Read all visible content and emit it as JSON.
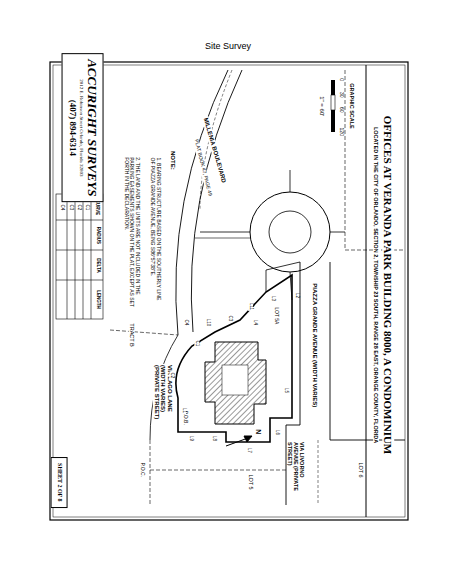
{
  "diagram": {
    "title": "Site Survey",
    "nodes": [
      {
        "text": [
          "ACCURIGHT SURVEYS",
          "2012 E. Robinson Street Orlando, Florida 32803",
          "(407) 894-6314"
        ]
      },
      {
        "text": [
          "SHEET 2 OF 8"
        ]
      }
    ],
    "labels": [
      "OFFICES AT VERANDA PARK BUILDING 8000, A CONDOMINIUM",
      "LOCATED IN THE CITY OF ORLANDO, SECTION 2, TOWNSHIP 23 SOUTH, RANGE 28 EAST, ORANGE COUNTY, FLORIDA",
      "GRAPHIC SCALE",
      "0",
      "30",
      "60",
      "120",
      "1\" = 60'",
      "MILLENIA BOULEVARD",
      "PLAT BOOK 47, PAGE 49",
      "PIAZZA GRANDE AVENUE (WIDTH VARIES)",
      "VIA LIVORNO AVENUE (PRIVATE STREET)",
      "VIA LAGO LANE (WIDTH VARIES) (PRIVATE STREET)",
      "LOT 5A",
      "LOT 6",
      "LOT 5",
      "TRACT B",
      "P.O.B.",
      "P.O.C.",
      "N",
      "NOTE:",
      "1. BEARING STRUCTURE BASED ON THE SOUTHERLY LINE OF PIAZZA GRANDE AVENUE, BEING S86°57'38\"E.",
      "2. THE LAND AND THE UNITS ARE NOT INCLUDED IN THE PARKING EASEMENTS SHOWN ON THE PLAT, EXCEPT AS SET FORTH IN THE DECLARATION.",
      "L1",
      "L2",
      "L3",
      "L4",
      "L5",
      "L6",
      "L7",
      "L8",
      "L9",
      "L10",
      "L11",
      "C1",
      "C2",
      "C3",
      "C4",
      "CURVE",
      "RADIUS",
      "DELTA",
      "LENGTH",
      "C1",
      "C2",
      "C3",
      "C4"
    ]
  }
}
